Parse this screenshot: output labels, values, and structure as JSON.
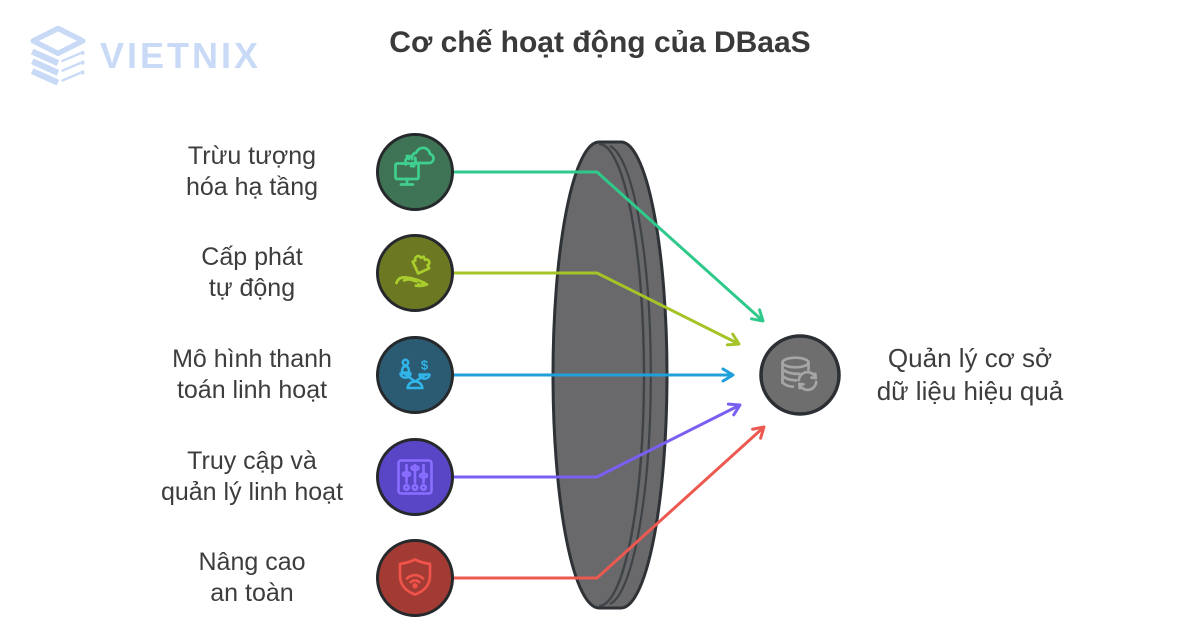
{
  "logo": {
    "text": "VIETNIX",
    "color": "#c8daf6"
  },
  "title": {
    "text": "Cơ chế hoạt động của DBaaS",
    "color": "#3a3a3a"
  },
  "text_color": "#3d3d3d",
  "lens": {
    "fill": "#69696b",
    "stroke": "#2e3236",
    "inner_line": "#3f4347"
  },
  "items": [
    {
      "lines": [
        "Trừu tượng",
        "hóa hạ tầng"
      ],
      "icon": "cloud-sync-monitor-icon",
      "circle_fill": "#3e7355",
      "circle_border": "#26292c",
      "icon_color": "#3fd08d",
      "line_color": "#2fc98c"
    },
    {
      "lines": [
        "Cấp phát",
        "tự động"
      ],
      "icon": "hand-puzzle-icon",
      "circle_fill": "#6d7822",
      "circle_border": "#26292c",
      "icon_color": "#a9cd2d",
      "line_color": "#a4c428"
    },
    {
      "lines": [
        "Mô hình thanh",
        "toán linh hoạt"
      ],
      "icon": "balance-scale-icon",
      "circle_fill": "#2b5b72",
      "circle_border": "#26292c",
      "icon_color": "#31b5e9",
      "line_color": "#20a0da",
      "dollar_glyph": "$"
    },
    {
      "lines": [
        "Truy cập và",
        "quản lý linh hoạt"
      ],
      "icon": "sliders-icon",
      "circle_fill": "#5846c6",
      "circle_border": "#26292c",
      "icon_color": "#8a6eff",
      "line_color": "#7b5ff2"
    },
    {
      "lines": [
        "Nâng cao",
        "an toàn"
      ],
      "icon": "shield-wifi-icon",
      "circle_fill": "#a23b34",
      "circle_border": "#26292c",
      "icon_color": "#f0534a",
      "line_color": "#ec5950"
    }
  ],
  "result": {
    "lines": [
      "Quản lý cơ sở",
      "dữ liệu hiệu quả"
    ],
    "icon": "database-sync-icon",
    "circle_fill": "#6e6e6e",
    "circle_border": "#2c2f33",
    "icon_color": "#a6a6a6"
  }
}
